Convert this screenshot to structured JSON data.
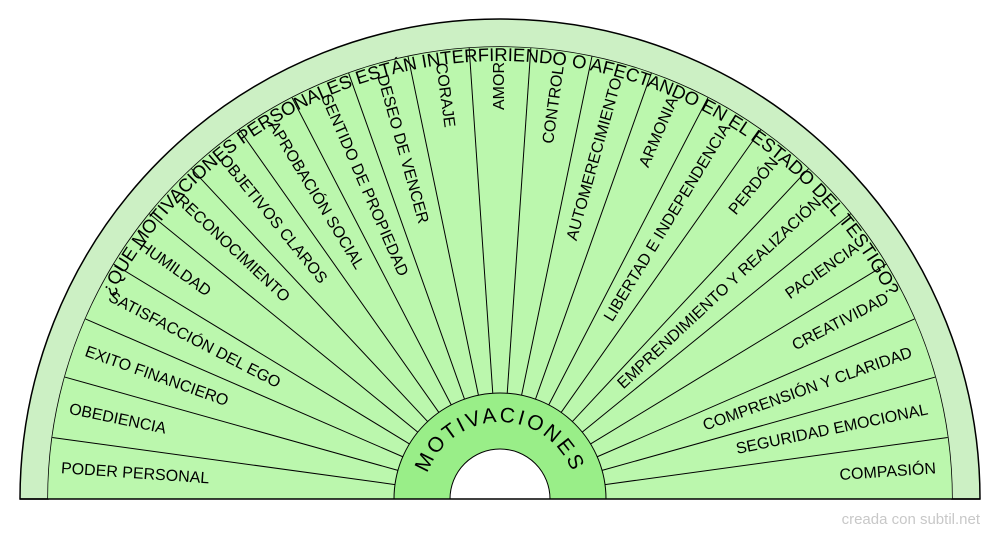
{
  "question": "¿QUE MOTIVACIONES PERSONALES ESTÁN INTERFIRIENDO O AFECTANDO EN EL ESTADO DEL TESTIGO?",
  "center_label": "MOTIVACIONES",
  "sectors": [
    "PODER PERSONAL",
    "OBEDIENCIA",
    "EXITO FINANCIERO",
    "SATISFACCIÓN DEL EGO",
    "HUMILDAD",
    "RECONOCIMIENTO",
    "OBJETIVOS CLAROS",
    "APROBACIÓN SOCIAL",
    "SENTIDO DE PROPIEDAD",
    "DESEO DE VENCER",
    "CORAJE",
    "AMOR",
    "CONTROL",
    "AUTOMERECIMIENTO",
    "ARMONIA",
    "LIBERTAD E INDEPENDENCIA",
    "PERDÓN",
    "EMPRENDIMIENTO Y REALIZACIÓN",
    "PACIENCIA",
    "CREATIVIDAD",
    "COMPRENSIÓN Y CLARIDAD",
    "SEGURIDAD EMOCIONAL",
    "COMPASIÓN"
  ],
  "credit": "creada con subtil.net",
  "colors": {
    "sector_fill": "#bbf7ad",
    "ring_fill": "#ccf0c4",
    "hub_fill": "#99ee88",
    "stroke": "#000000",
    "credit_text": "#c8c8c8"
  }
}
